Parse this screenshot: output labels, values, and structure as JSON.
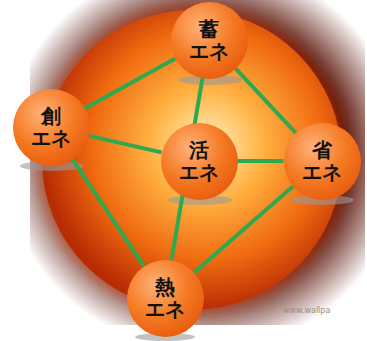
{
  "diagram": {
    "nodes": [
      {
        "text": [
          "蓄 エネ"
        ]
      },
      {
        "text": [
          "創 エネ"
        ]
      },
      {
        "text": [
          "活 エネ"
        ]
      },
      {
        "text": [
          "省 エネ"
        ]
      },
      {
        "text": [
          "熱 エネ"
        ]
      }
    ],
    "edges": [
      {
        "from": 0,
        "to": 1,
        "arrow": "none"
      },
      {
        "from": 0,
        "to": 3,
        "arrow": "none"
      },
      {
        "from": 0,
        "to": 4,
        "arrow": "none"
      },
      {
        "from": 1,
        "to": 2,
        "arrow": "none"
      },
      {
        "from": 2,
        "to": 3,
        "arrow": "none"
      },
      {
        "from": 1,
        "to": 4,
        "arrow": "none"
      },
      {
        "from": 4,
        "to": 3,
        "arrow": "none"
      }
    ],
    "labels": [
      "www.wallpa"
    ]
  }
}
